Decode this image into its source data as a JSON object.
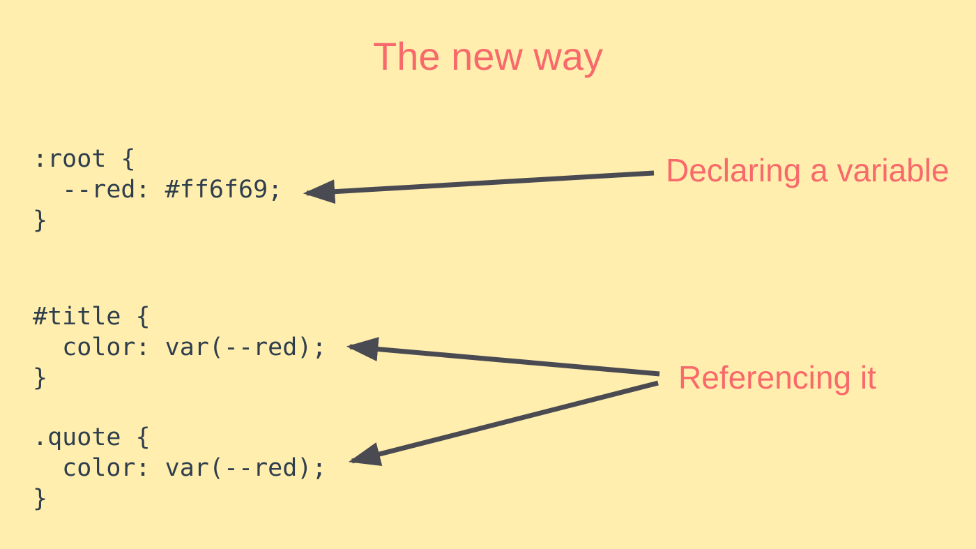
{
  "title": "The new way",
  "colors": {
    "background": "#ffeead",
    "accent": "#f8696b",
    "code_text": "#2f3e4d",
    "arrow": "#4a4a52"
  },
  "code_blocks": [
    {
      "name": "root-declaration",
      "code": ":root {\n  --red: #ff6f69;\n}"
    },
    {
      "name": "title-rule",
      "code": "#title {\n  color: var(--red);\n}"
    },
    {
      "name": "quote-rule",
      "code": ".quote {\n  color: var(--red);\n}"
    }
  ],
  "annotations": [
    {
      "label": "Declaring a variable"
    },
    {
      "label": "Referencing it"
    }
  ]
}
